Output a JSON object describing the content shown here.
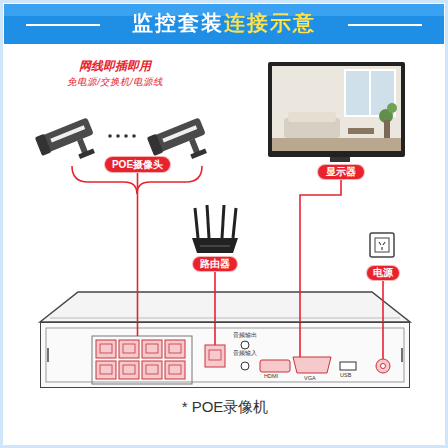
{
  "diagram": {
    "title": "监控套装连接示意",
    "nodes": [
      {
        "text": [
          "POE摄像头"
        ]
      },
      {
        "text": [
          "显示器"
        ]
      },
      {
        "text": [
          "路由器"
        ]
      },
      {
        "text": [
          "电源"
        ]
      },
      {
        "text": [
          "* POE录像机"
        ]
      }
    ],
    "edges": [
      {
        "from": 0,
        "to": 4,
        "arrow": "none"
      },
      {
        "from": 1,
        "to": 4,
        "arrow": "none"
      },
      {
        "from": 2,
        "to": 4,
        "arrow": "none"
      },
      {
        "from": 3,
        "to": 4,
        "arrow": "none"
      }
    ],
    "labels": [
      "网线即插即用",
      "免电源/交换机/电源线",
      "音频输出",
      "音频输入",
      "HDMI",
      "VGA",
      "USB"
    ]
  }
}
